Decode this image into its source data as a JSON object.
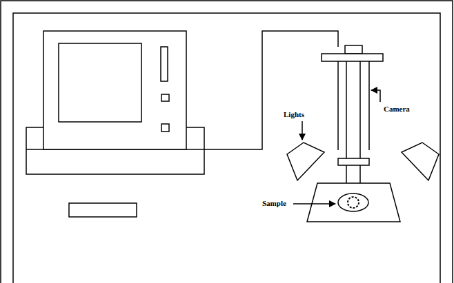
{
  "diagram": {
    "labels": [
      "Lights",
      "Camera",
      "Sample"
    ]
  }
}
